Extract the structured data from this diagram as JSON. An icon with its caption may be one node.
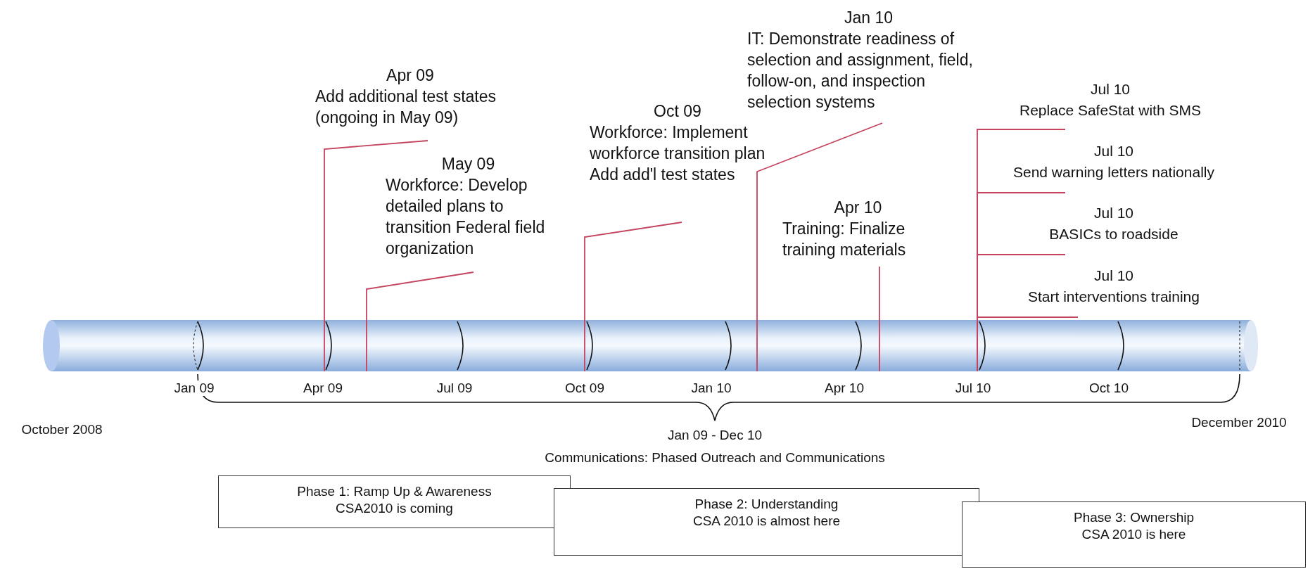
{
  "diagram": {
    "nodes": [
      {
        "text": [
          "Apr 09",
          "Add additional test states (ongoing in May 09)"
        ]
      },
      {
        "text": [
          "May 09",
          "Workforce: Develop detailed plans to transition Federal field organization"
        ]
      },
      {
        "text": [
          "Oct 09",
          "Workforce: Implement workforce transition plan Add add'l test states"
        ]
      },
      {
        "text": [
          "Jan 10",
          "IT: Demonstrate readiness of selection and assignment, field, follow-on, and inspection selection systems"
        ]
      },
      {
        "text": [
          "Apr 10",
          "Training: Finalize training materials"
        ]
      },
      {
        "text": [
          "Jul 10",
          "Replace SafeStat with SMS"
        ]
      },
      {
        "text": [
          "Jul 10",
          "Send warning letters nationally"
        ]
      },
      {
        "text": [
          "Jul 10",
          "BASICs to roadside"
        ]
      },
      {
        "text": [
          "Jul 10",
          "Start interventions training"
        ]
      },
      {
        "text": [],
        "shape": "cylinder"
      },
      {
        "text": [
          "Phase 1: Ramp Up & Awareness",
          "CSA2010 is coming"
        ]
      },
      {
        "text": [
          "Phase 2: Understanding",
          "CSA 2010 is almost here"
        ]
      },
      {
        "text": [
          "Phase 3: Ownership",
          "CSA 2010 is here"
        ]
      }
    ],
    "edges": [
      {
        "from": 0,
        "to": 9,
        "arrow": "none"
      },
      {
        "from": 1,
        "to": 9,
        "arrow": "none"
      },
      {
        "from": 2,
        "to": 9,
        "arrow": "none"
      },
      {
        "from": 3,
        "to": 9,
        "arrow": "none"
      },
      {
        "from": 4,
        "to": 9,
        "arrow": "none"
      },
      {
        "from": 5,
        "to": 9,
        "arrow": "none"
      },
      {
        "from": 6,
        "to": 9,
        "arrow": "none"
      },
      {
        "from": 7,
        "to": 9,
        "arrow": "none"
      },
      {
        "from": 8,
        "to": 9,
        "arrow": "none"
      }
    ],
    "labels": [
      "Jan 09",
      "Apr 09",
      "Jul 09",
      "Oct 09",
      "Jan 10",
      "Apr 10",
      "Jul 10",
      "Oct 10",
      "December 2010",
      "October 2008",
      "Jan 09 - Dec 10",
      "Communications: Phased Outreach and Communications"
    ]
  }
}
